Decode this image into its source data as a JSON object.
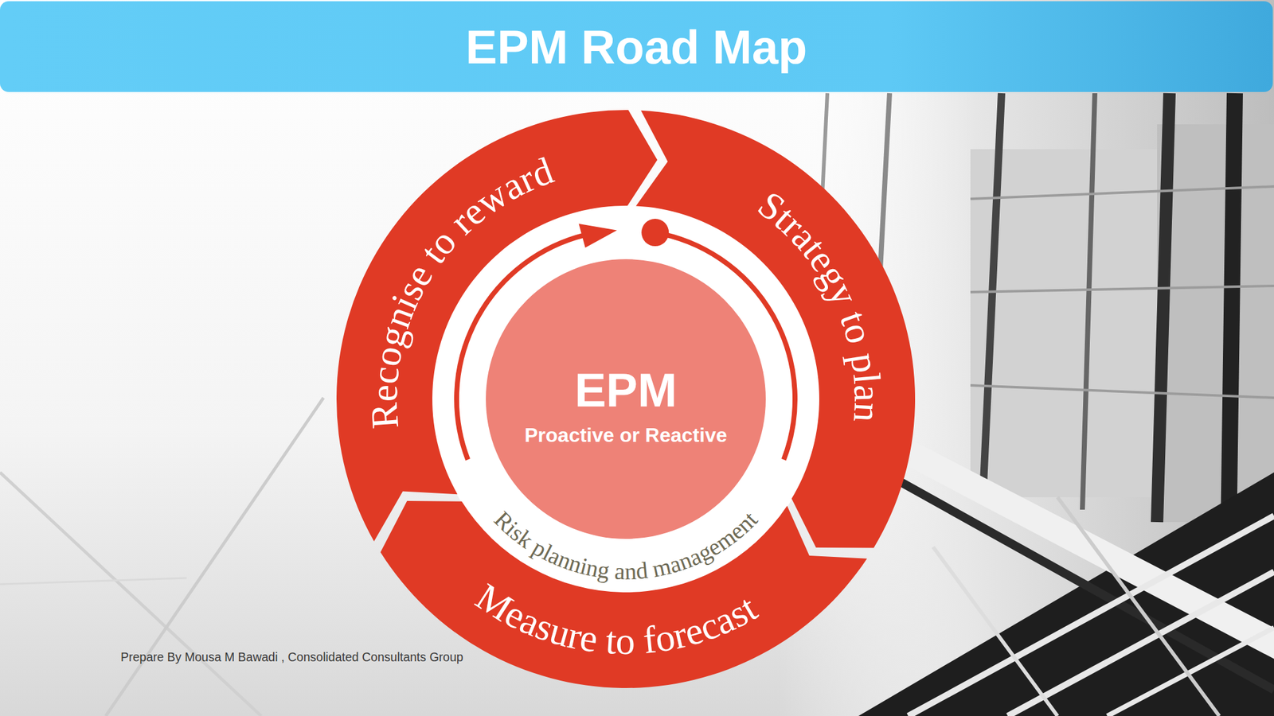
{
  "diagram": {
    "title": "EPM Road Map",
    "nodes": [
      {
        "text": [
          "Recognise to reward"
        ]
      },
      {
        "text": [
          "Strategy to plan"
        ]
      },
      {
        "text": [
          "Measure to forecast"
        ]
      },
      {
        "text": [
          "EPM",
          "Proactive or Reactive"
        ]
      }
    ],
    "labels": [
      "Risk planning and management",
      "Prepare By Mousa M Bawadi , Consolidated Consultants Group"
    ]
  }
}
